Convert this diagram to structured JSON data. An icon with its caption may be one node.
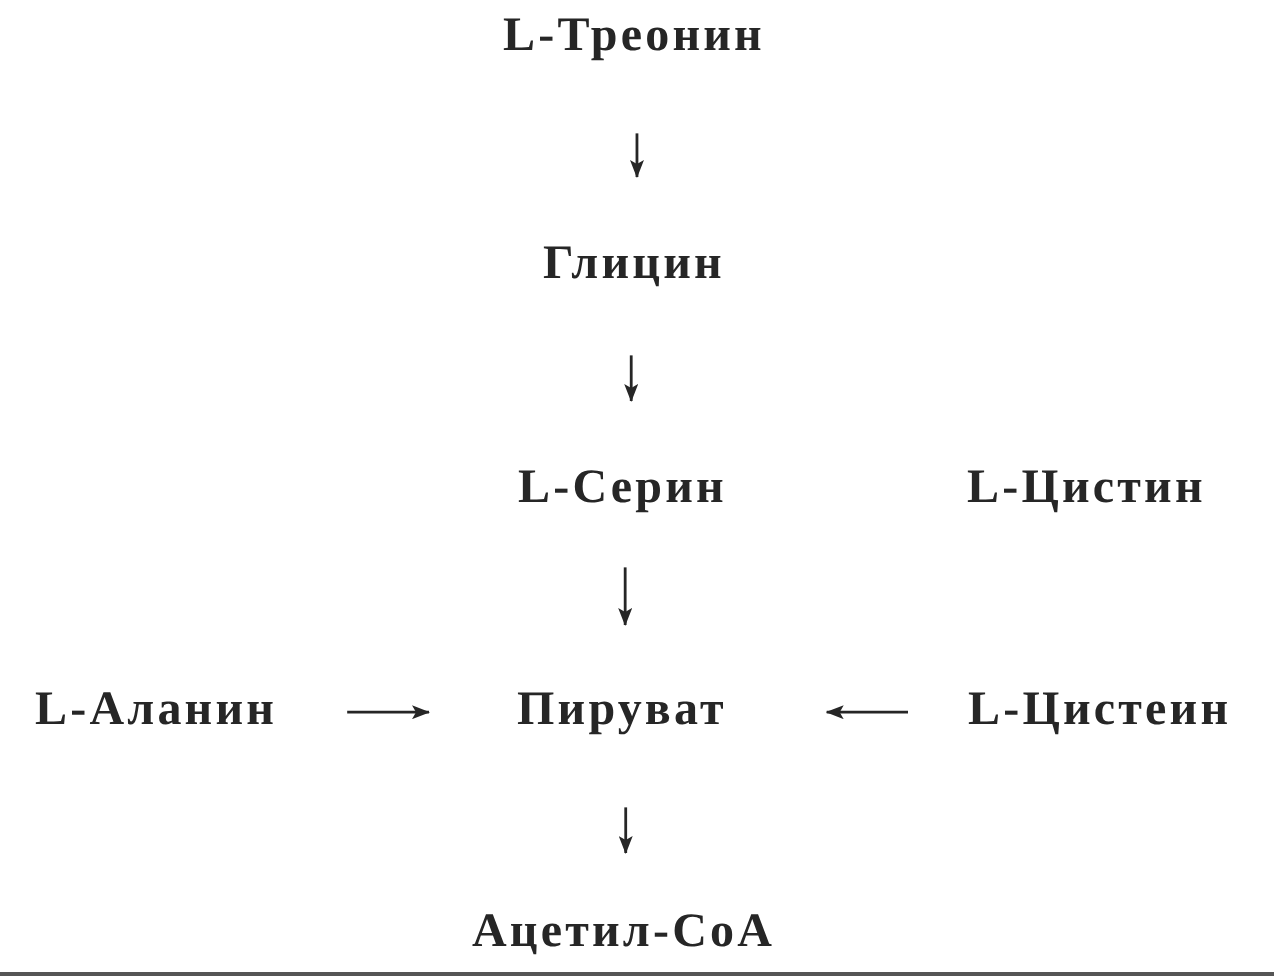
{
  "diagram": {
    "nodes": [
      {
        "text": [
          "L-Треонин"
        ]
      },
      {
        "text": [
          "Глицин"
        ]
      },
      {
        "text": [
          "L-Серин"
        ]
      },
      {
        "text": [
          "L-Цистин"
        ]
      },
      {
        "text": [
          "L-Аланин"
        ]
      },
      {
        "text": [
          "Пируват"
        ]
      },
      {
        "text": [
          "L-Цистеин"
        ]
      },
      {
        "text": [
          "Ацетил-CoA"
        ]
      }
    ],
    "edges": [
      {
        "from": 0,
        "to": 1,
        "arrow": "to"
      },
      {
        "from": 1,
        "to": 2,
        "arrow": "to"
      },
      {
        "from": 2,
        "to": 5,
        "arrow": "to"
      },
      {
        "from": 4,
        "to": 5,
        "arrow": "to"
      },
      {
        "from": 6,
        "to": 5,
        "arrow": "to"
      },
      {
        "from": 5,
        "to": 7,
        "arrow": "to"
      }
    ]
  }
}
